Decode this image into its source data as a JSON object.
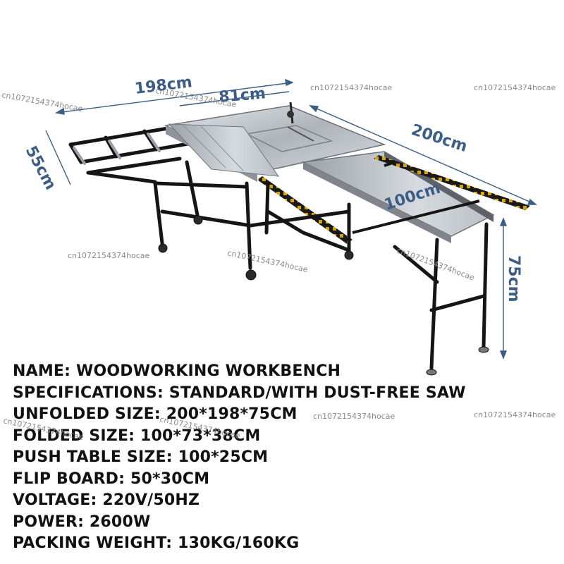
{
  "dimensions": {
    "length_left": "198cm",
    "saw_width": "81cm",
    "depth_left": "55cm",
    "total_length": "200cm",
    "extension_length": "100cm",
    "height": "75cm"
  },
  "watermark": "cn1072154374hocae",
  "specs": [
    {
      "label": "NAME",
      "value": "WOODWORKING WORKBENCH"
    },
    {
      "label": "SPECIFICATIONS",
      "value": "STANDARD/WITH DUST-FREE SAW"
    },
    {
      "label": "UNFOLDED SIZE",
      "value": "200*198*75CM"
    },
    {
      "label": "FOLDED SIZE",
      "value": "100*73*38CM"
    },
    {
      "label": "PUSH TABLE SIZE",
      "value": "100*25CM"
    },
    {
      "label": "FLIP BOARD",
      "value": "50*30CM"
    },
    {
      "label": "VOLTAGE",
      "value": "220V/50HZ"
    },
    {
      "label": "POWER",
      "value": "2600W"
    },
    {
      "label": "PACKING WEIGHT",
      "value": "130KG/160KG"
    }
  ],
  "colors": {
    "dimension_text": "#3b5d86",
    "frame": "#151515",
    "steel": "#c9cdd2",
    "accent_rail": "#d9a400"
  }
}
